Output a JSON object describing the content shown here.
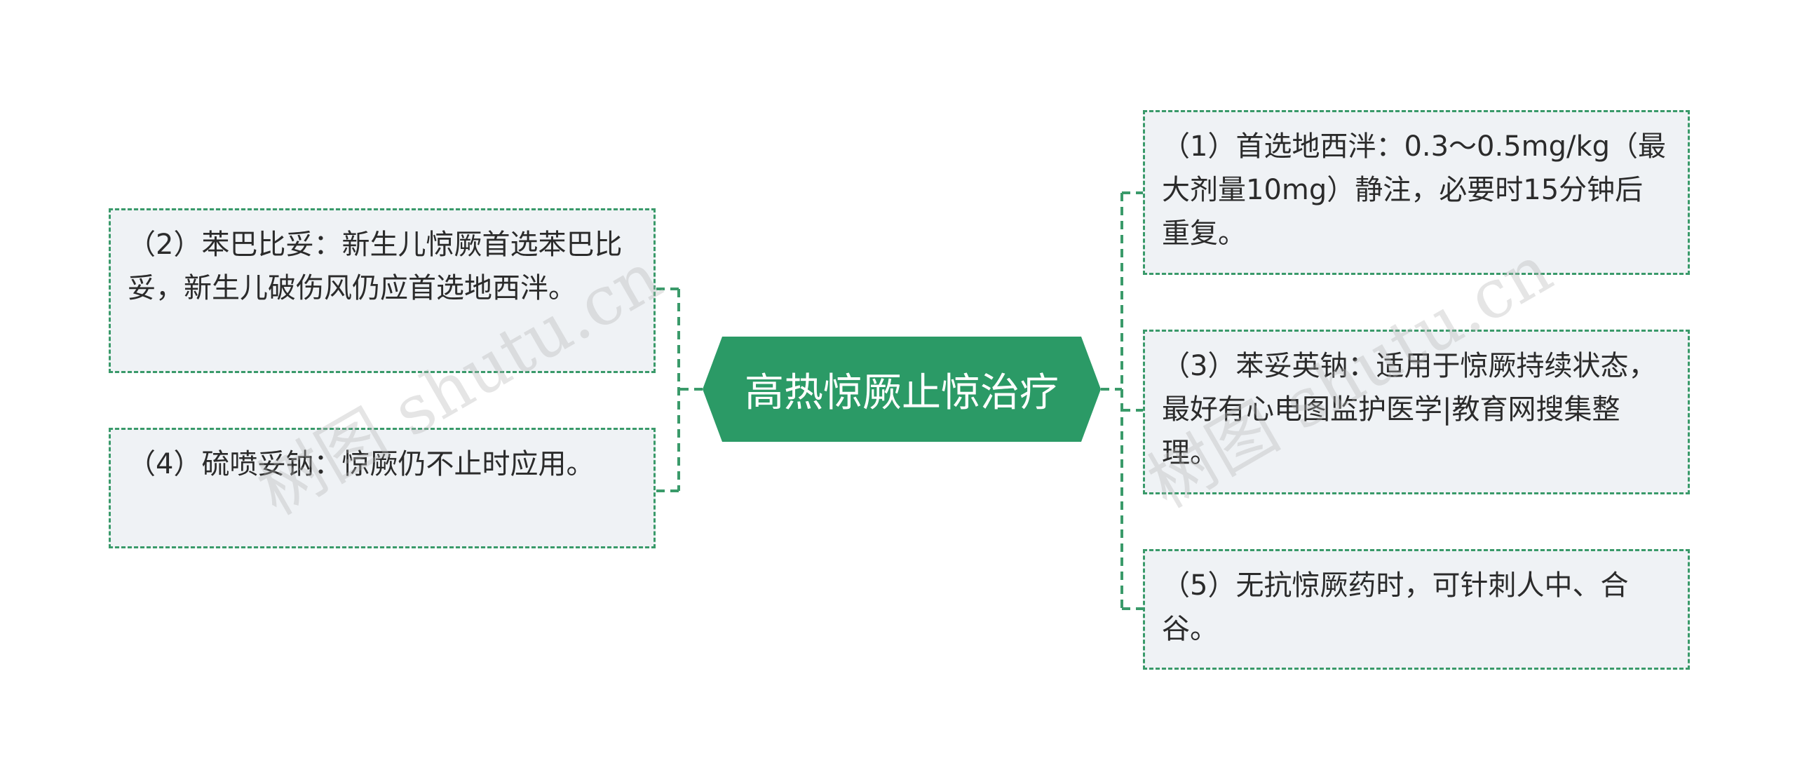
{
  "diagram": {
    "center": {
      "label": "高热惊厥止惊治疗",
      "fill": "#2b9a66"
    },
    "left_nodes": [
      {
        "text": "（2）苯巴比妥：新生儿惊厥首选苯巴比妥，新生儿破伤风仍应首选地西泮。"
      },
      {
        "text": "（4）硫喷妥钠：惊厥仍不止时应用。"
      }
    ],
    "right_nodes": [
      {
        "text": "（1）首选地西泮：0.3～0.5mg/kg（最大剂量10mg）静注，必要时15分钟后重复。"
      },
      {
        "text": "（3）苯妥英钠：适用于惊厥持续状态，最好有心电图监护医学|教育网搜集整理。"
      },
      {
        "text": "（5）无抗惊厥药时，可针刺人中、合谷。"
      }
    ],
    "connector_color": "#3a9a6a",
    "node_fill": "#eff2f5"
  },
  "watermarks": [
    {
      "text": "树图 shutu.cn"
    },
    {
      "text": "树图 shutu.cn"
    }
  ]
}
